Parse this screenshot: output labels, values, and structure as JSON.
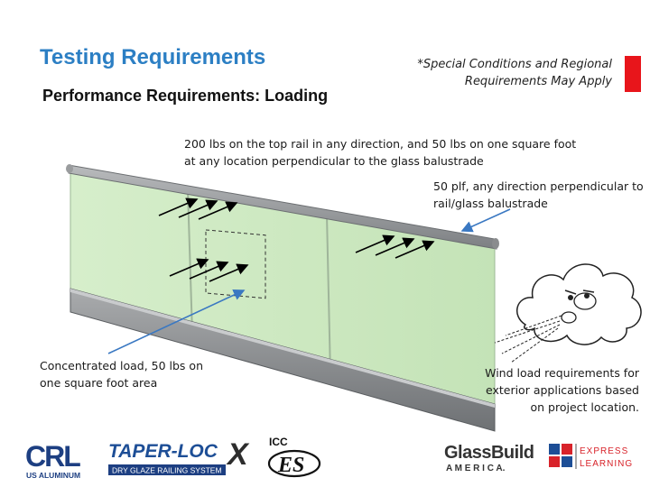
{
  "slide": {
    "title": "Testing Requirements",
    "subtitle": "Performance Requirements: Loading",
    "note": "*Special Conditions and Regional Requirements May Apply"
  },
  "callouts": {
    "top_rail": "200 lbs on the top rail in any direction, and 50 lbs on one square foot at any location perpendicular to the glass balustrade",
    "plf": "50 plf, any direction perpendicular to rail/glass balustrade",
    "concentrated": "Concentrated load, 50 lbs on one square foot area",
    "wind": "Wind load requirements for exterior applications based on project location."
  },
  "logos": {
    "crl": "CRL",
    "crl_sub": "US ALUMINUM",
    "taper": "TAPER-LOC",
    "taper_x": "X",
    "taper_sub": "DRY GLAZE RAILING SYSTEM",
    "icc": "ICC",
    "es": "ES",
    "glassbuild": "GlassBuild",
    "glassbuild_sub": "A M E R I C A.",
    "express": "EXPRESS",
    "learning": "LEARNING"
  },
  "colors": {
    "title_blue": "#2c7fc4",
    "accent_red": "#e8151b",
    "glass_green": "#cfe9c4",
    "pointer_blue": "#3a78c2"
  }
}
